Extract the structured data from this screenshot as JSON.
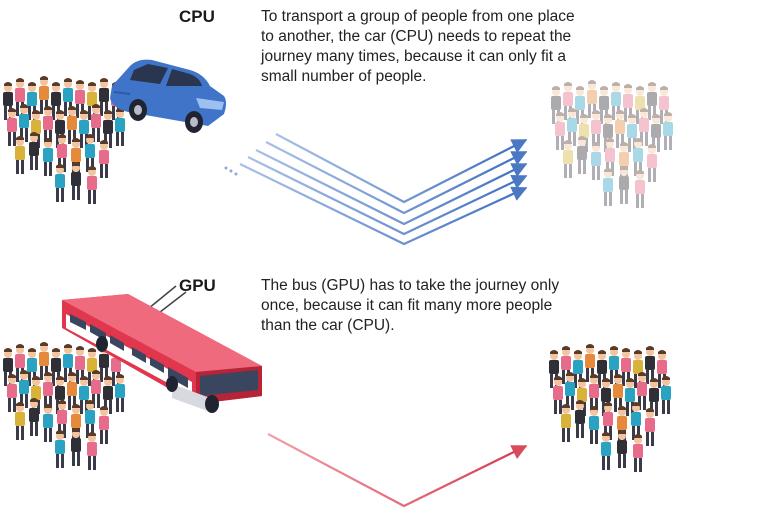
{
  "cpu": {
    "heading": "CPU",
    "description": "To transport a group of people from one place to another, the car (CPU) needs to repeat the journey many times, because it can only fit a small number of people.",
    "vehicle_icon": "car-icon",
    "vehicle_color": "#3f74c9",
    "arrow_color": "#4a78c2"
  },
  "gpu": {
    "heading": "GPU",
    "description": "The bus (GPU) has to take the journey only once, because it can fit many more people than the car (CPU).",
    "vehicle_icon": "bus-icon",
    "vehicle_color": "#e0364e",
    "arrow_color": "#d94a5c"
  },
  "people_icon": "crowd-icon"
}
